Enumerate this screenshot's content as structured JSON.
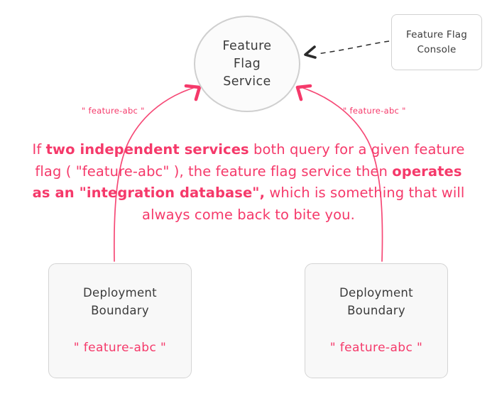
{
  "diagram": {
    "background_color": "#ffffff",
    "accent_pink": "#f5396a",
    "node_text_color": "#3b3b3b",
    "node_border_color": "#d2d2d2",
    "service_node": {
      "shape": "circle",
      "lines": [
        "Feature",
        "Flag",
        "Service"
      ]
    },
    "console_node": {
      "shape": "rounded-rect",
      "lines": [
        "Feature Flag",
        "Console"
      ]
    },
    "boundaries": [
      {
        "title_lines": [
          "Deployment",
          "Boundary"
        ],
        "flag": "\" feature-abc \""
      },
      {
        "title_lines": [
          "Deployment",
          "Boundary"
        ],
        "flag": "\" feature-abc \""
      }
    ],
    "edge_labels": {
      "left": "\" feature-abc \"",
      "right": "\" feature-abc \""
    },
    "annotation": {
      "segments": [
        {
          "text": "If ",
          "bold": false
        },
        {
          "text": "two independent services",
          "bold": true
        },
        {
          "text": " both query for a given feature flag ( \"feature-abc\" ), the feature flag service then ",
          "bold": false
        },
        {
          "text": "operates as an \"integration database\",",
          "bold": true
        },
        {
          "text": " which is something that will always come back to bite you.",
          "bold": false
        }
      ],
      "plain_text": "If two independent services both query for a given feature flag ( \"feature-abc\" ), the feature flag service then operates as an \"integration database\", which is something that will always come back to bite you."
    },
    "edges": [
      {
        "name": "console-to-service",
        "style": "dashed",
        "color": "#2b2b2b",
        "from": "console_node",
        "to": "service_node"
      },
      {
        "name": "left-boundary-to-service",
        "style": "solid",
        "color": "#f5396a",
        "from": "boundaries.0",
        "to": "service_node"
      },
      {
        "name": "right-boundary-to-service",
        "style": "solid",
        "color": "#f5396a",
        "from": "boundaries.1",
        "to": "service_node"
      }
    ]
  }
}
